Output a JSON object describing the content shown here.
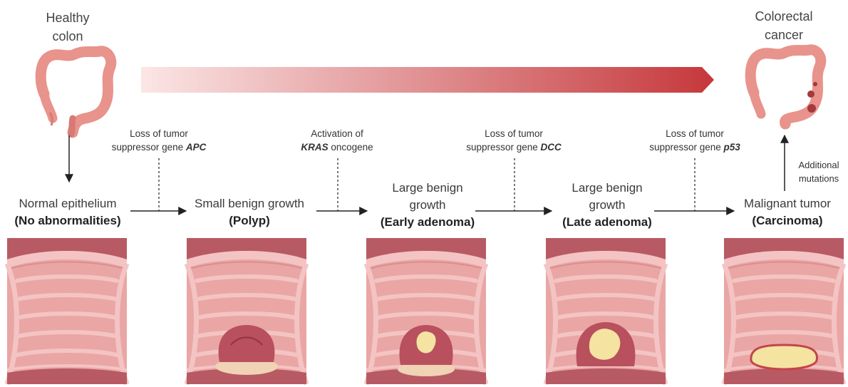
{
  "start": {
    "line1": "Healthy",
    "line2": "colon"
  },
  "end": {
    "line1": "Colorectal",
    "line2": "cancer"
  },
  "side_note": {
    "line1": "Additional",
    "line2": "mutations"
  },
  "stages": [
    {
      "lines": [
        "Normal epithelium"
      ],
      "sub": "(No abnormalities)"
    },
    {
      "lines": [
        "Small benign growth"
      ],
      "sub": "(Polyp)"
    },
    {
      "lines": [
        "Large benign",
        "growth"
      ],
      "sub": "(Early adenoma)"
    },
    {
      "lines": [
        "Large benign",
        "growth"
      ],
      "sub": "(Late adenoma)"
    },
    {
      "lines": [
        "Malignant tumor"
      ],
      "sub": "(Carcinoma)"
    }
  ],
  "events": [
    {
      "line1": "Loss of tumor",
      "line2_pre": "suppressor gene ",
      "gene": "APC",
      "line2_post": ""
    },
    {
      "line1": "Activation of",
      "line2_pre": "",
      "gene": "KRAS",
      "line2_post": " oncogene"
    },
    {
      "line1": "Loss of tumor",
      "line2_pre": "suppressor gene ",
      "gene": "DCC",
      "line2_post": ""
    },
    {
      "line1": "Loss of tumor",
      "line2_pre": "suppressor gene ",
      "gene": "p53",
      "line2_post": ""
    }
  ],
  "colors": {
    "gradient_start": "#fbe3e3",
    "gradient_end": "#c5383b",
    "colon": "#e8938b",
    "tissue": "#e9a6a4",
    "tissue_fold": "#f3c4c3",
    "tissue_dark": "#b85a63",
    "growth": "#b8505e",
    "tumor_core": "#f5e3a1"
  }
}
